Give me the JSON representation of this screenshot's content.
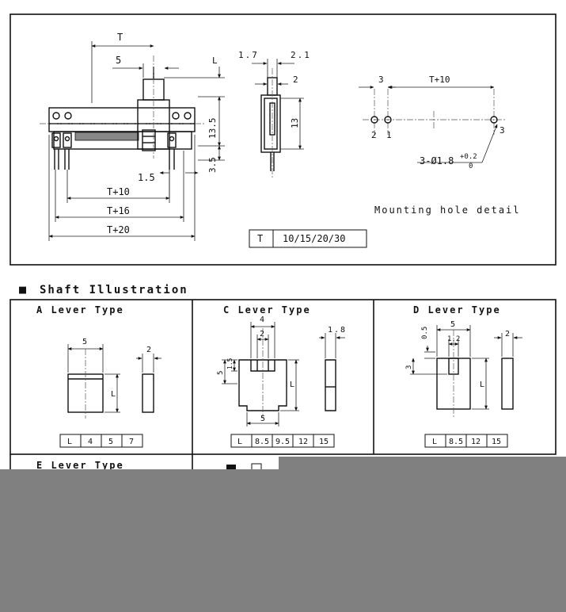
{
  "drawing": {
    "dims": {
      "t": "T",
      "five": "5",
      "l": "L",
      "h13_5": "13.5",
      "h3_5": "3.5",
      "d1_5": "1.5",
      "t10": "T+10",
      "t16": "T+16",
      "t20": "T+20",
      "s1_7": "1.7",
      "s2_1": "2.1",
      "s2": "2",
      "s13": "13"
    },
    "t_table": {
      "header": "T",
      "value": "10/15/20/30"
    },
    "mounting": {
      "dim3": "3",
      "dim_t10": "T+10",
      "hole2": "2",
      "hole1": "1",
      "hole3": "3",
      "hole_spec_main": "3-Ø1.8",
      "tol_plus": "+0.2",
      "tol_minus": "0",
      "caption": "Mounting hole detail"
    }
  },
  "shaft_section": {
    "bullet": "■",
    "title": "Shaft Illustration"
  },
  "lever_types": [
    {
      "title": "A Lever Type",
      "w": "5",
      "side": "2",
      "l": "L",
      "table": [
        "L",
        "4",
        "5",
        "7"
      ]
    },
    {
      "title": "C Lever Type",
      "w_top": "4",
      "w_mid": "2",
      "w_bot": "5",
      "h1": "5",
      "h2": "1.5",
      "side": "1.8",
      "l": "L",
      "table": [
        "L",
        "8.5",
        "9.5",
        "12",
        "15"
      ]
    },
    {
      "title": "D Lever Type",
      "w": "5",
      "w_mid": "1.2",
      "top": "0.5",
      "h3": "3",
      "side": "2",
      "l": "L",
      "table": [
        "L",
        "8.5",
        "12",
        "15"
      ]
    },
    {
      "title": "E Lever Type"
    }
  ],
  "colors": {
    "line": "#111111",
    "overlay": "#808080",
    "paper": "#ffffff"
  }
}
